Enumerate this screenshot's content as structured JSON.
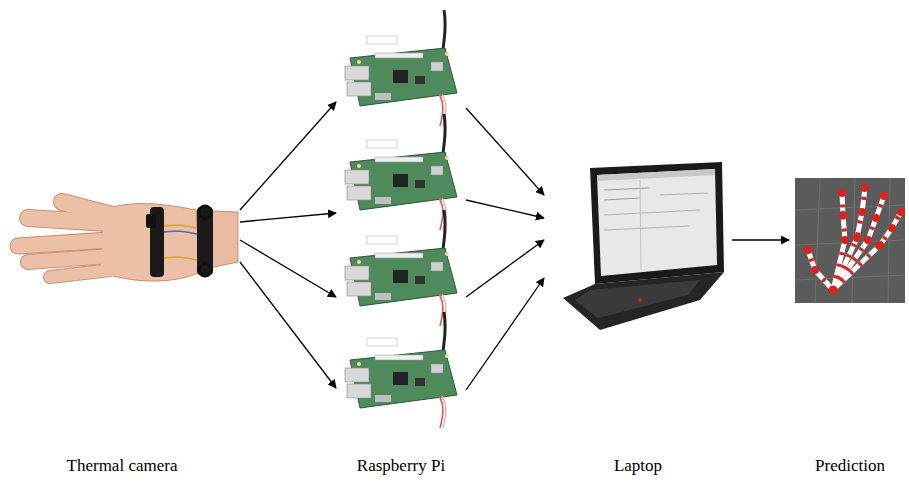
{
  "diagram": {
    "nodes": [
      {
        "text": [
          "Thermal camera"
        ]
      },
      {
        "text": [
          "Raspberry Pi"
        ]
      },
      {
        "text": [
          "Laptop"
        ]
      },
      {
        "text": [
          "Prediction"
        ]
      }
    ],
    "edges": [
      {
        "from": 0,
        "to": 1,
        "arrow": "to"
      },
      {
        "from": 0,
        "to": 1,
        "arrow": "to"
      },
      {
        "from": 0,
        "to": 1,
        "arrow": "to"
      },
      {
        "from": 0,
        "to": 1,
        "arrow": "to"
      },
      {
        "from": 1,
        "to": 2,
        "arrow": "to"
      },
      {
        "from": 1,
        "to": 2,
        "arrow": "to"
      },
      {
        "from": 1,
        "to": 2,
        "arrow": "to"
      },
      {
        "from": 1,
        "to": 2,
        "arrow": "to"
      },
      {
        "from": 2,
        "to": 3,
        "arrow": "to"
      }
    ]
  }
}
